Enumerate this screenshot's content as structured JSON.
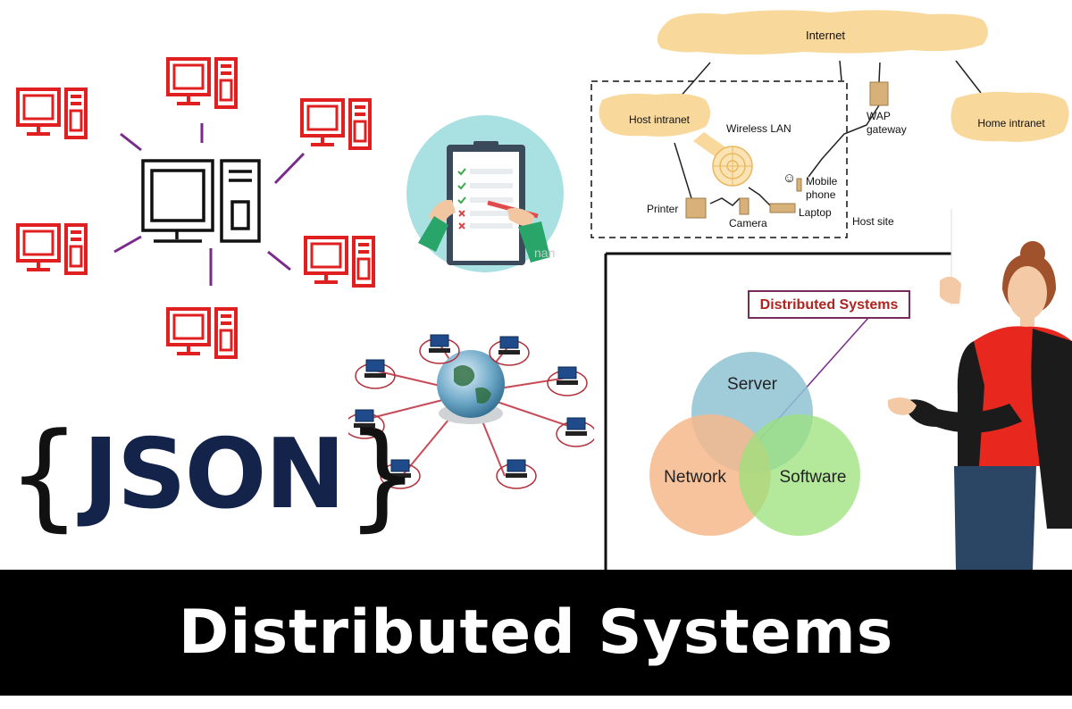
{
  "banner": {
    "title": "Distributed Systems"
  },
  "json_logo": {
    "open_brace": "{",
    "word": "JSON",
    "close_brace": "}"
  },
  "network_map": {
    "internet": "Internet",
    "host_intranet": "Host intranet",
    "home_intranet": "Home intranet",
    "wireless_lan": "Wireless LAN",
    "wap_gateway_line1": "WAP",
    "wap_gateway_line2": "gateway",
    "mobile_phone_line1": "Mobile",
    "mobile_phone_line2": "phone",
    "printer": "Printer",
    "camera": "Camera",
    "laptop": "Laptop",
    "host_site": "Host site"
  },
  "venn": {
    "title": "Distributed Systems",
    "circles": [
      {
        "label": "Server",
        "color": "#8fc3d4"
      },
      {
        "label": "Network",
        "color": "#f4b98c"
      },
      {
        "label": "Software",
        "color": "#9be27b"
      }
    ]
  },
  "checklist": {
    "watermark": "nan"
  },
  "colors": {
    "computer_red": "#e02020",
    "spoke_purple": "#7a2a8a",
    "cloud_fill": "#f9d89b",
    "banner_bg": "#000000"
  }
}
